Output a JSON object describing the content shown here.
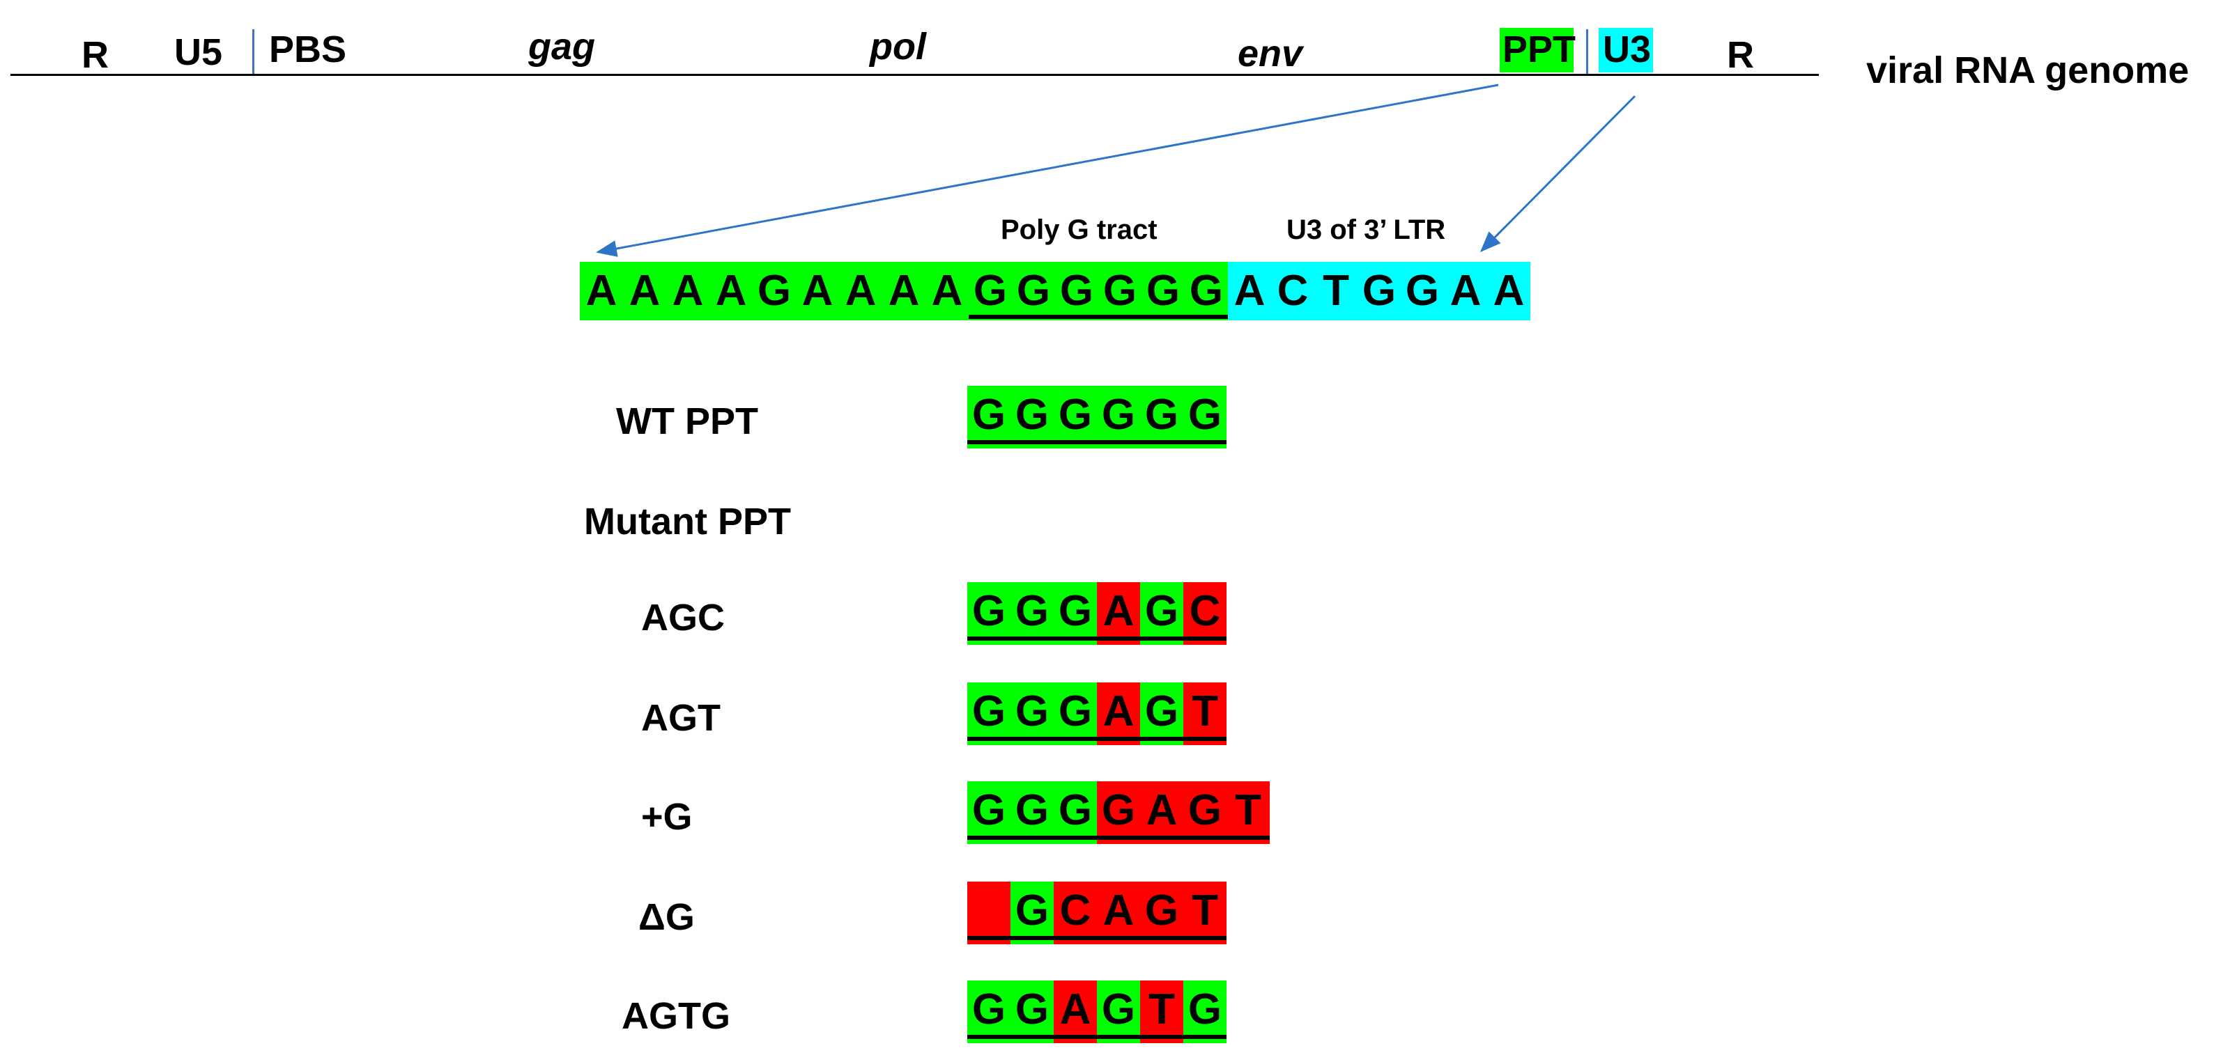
{
  "genome": {
    "regions": [
      {
        "id": "r5",
        "label": "R",
        "italic": false
      },
      {
        "id": "u5",
        "label": "U5",
        "italic": false
      },
      {
        "id": "pbs",
        "label": "PBS",
        "italic": false
      },
      {
        "id": "gag",
        "label": "gag",
        "italic": true
      },
      {
        "id": "pol",
        "label": "pol",
        "italic": true
      },
      {
        "id": "env",
        "label": "env",
        "italic": true
      },
      {
        "id": "ppt",
        "label": "PPT",
        "italic": false,
        "highlight": "#00ff00"
      },
      {
        "id": "u3",
        "label": "U3",
        "italic": false,
        "highlight": "#00ffff"
      },
      {
        "id": "r3",
        "label": "R",
        "italic": false
      }
    ],
    "caption": "viral RNA genome"
  },
  "expanded": {
    "annotation_polyg": "Poly G tract",
    "annotation_u3": "U3 of 3’ LTR",
    "sequence": [
      "A",
      "A",
      "A",
      "A",
      "G",
      "A",
      "A",
      "A",
      "A",
      "G",
      "G",
      "G",
      "G",
      "G",
      "G",
      "A",
      "C",
      "T",
      "G",
      "G",
      "A",
      "A"
    ],
    "ppt_length": 15,
    "polyg_start": 9,
    "polyg_end": 14
  },
  "variants": {
    "wt_label": "WT PPT",
    "mutant_header": "Mutant PPT",
    "rows": [
      {
        "name": "WT PPT",
        "cells": [
          {
            "c": "G",
            "m": false
          },
          {
            "c": "G",
            "m": false
          },
          {
            "c": "G",
            "m": false
          },
          {
            "c": "G",
            "m": false
          },
          {
            "c": "G",
            "m": false
          },
          {
            "c": "G",
            "m": false
          }
        ]
      },
      {
        "name": "AGC",
        "cells": [
          {
            "c": "G",
            "m": false
          },
          {
            "c": "G",
            "m": false
          },
          {
            "c": "G",
            "m": false
          },
          {
            "c": "A",
            "m": true
          },
          {
            "c": "G",
            "m": false
          },
          {
            "c": "C",
            "m": true
          }
        ]
      },
      {
        "name": "AGT",
        "cells": [
          {
            "c": "G",
            "m": false
          },
          {
            "c": "G",
            "m": false
          },
          {
            "c": "G",
            "m": false
          },
          {
            "c": "A",
            "m": true
          },
          {
            "c": "G",
            "m": false
          },
          {
            "c": "T",
            "m": true
          }
        ]
      },
      {
        "name": "+G",
        "cells": [
          {
            "c": "G",
            "m": false
          },
          {
            "c": "G",
            "m": false
          },
          {
            "c": "G",
            "m": false
          },
          {
            "c": "G",
            "m": true
          },
          {
            "c": "A",
            "m": true
          },
          {
            "c": "G",
            "m": true
          },
          {
            "c": "T",
            "m": true
          }
        ]
      },
      {
        "name": "ΔG",
        "cells": [
          {
            "c": "",
            "m": true
          },
          {
            "c": "G",
            "m": false
          },
          {
            "c": "C",
            "m": true
          },
          {
            "c": "A",
            "m": true
          },
          {
            "c": "G",
            "m": true
          },
          {
            "c": "T",
            "m": true
          }
        ]
      },
      {
        "name": "AGTG",
        "cells": [
          {
            "c": "G",
            "m": false
          },
          {
            "c": "G",
            "m": false
          },
          {
            "c": "A",
            "m": true
          },
          {
            "c": "G",
            "m": false
          },
          {
            "c": "T",
            "m": true
          },
          {
            "c": "G",
            "m": false
          }
        ]
      }
    ]
  },
  "colors": {
    "ppt_green": "#00ff00",
    "u3_cyan": "#00ffff",
    "mutation_red": "#ff0000",
    "arrow_blue": "#2e75c9"
  }
}
